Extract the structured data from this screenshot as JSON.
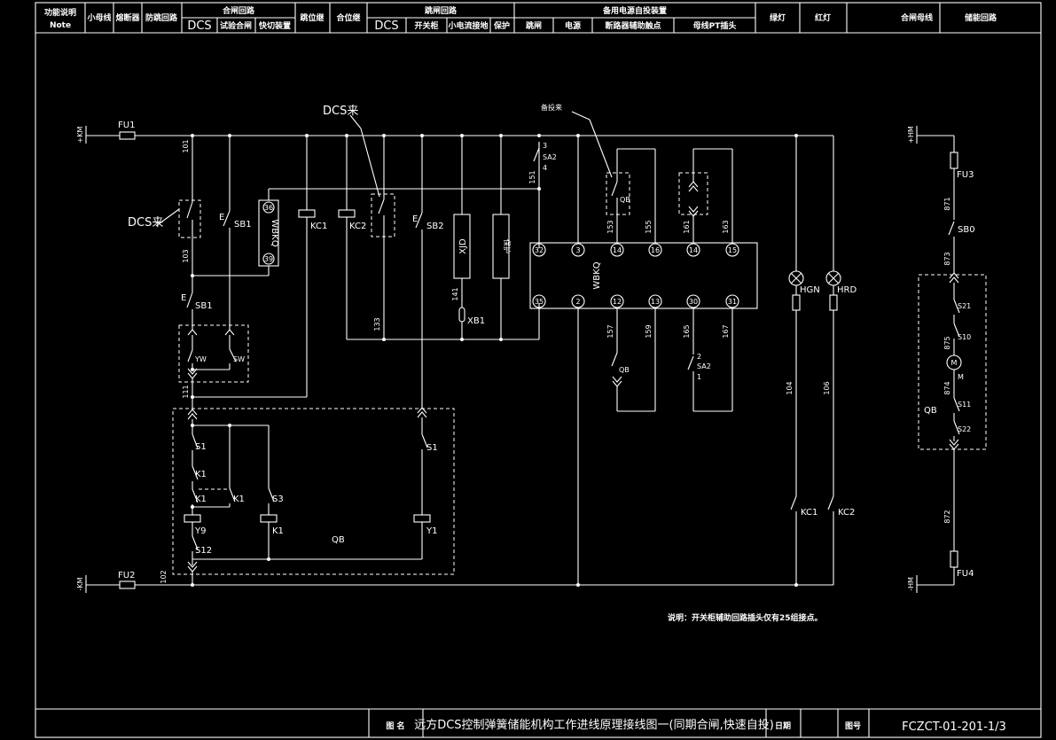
{
  "header": {
    "note_1": "功能说明",
    "note_2": "Note",
    "c_bus": "小母线",
    "c_fuse": "熔断器",
    "c_antijump": "防跳回路",
    "g_close": "合闸回路",
    "c_dcs1": "DCS",
    "c_testclose": "试验合闸",
    "c_fastswitch": "快切装置",
    "c_tripbit": "跳位继",
    "c_closebit": "合位继",
    "g_trip": "跳闸回路",
    "c_dcs2": "DCS",
    "c_switchcab": "开关柜",
    "c_smallcur": "小电流接地",
    "c_protect": "保护",
    "g_backup": "备用电源自投装置",
    "c_tripcirc": "跳闸",
    "c_power": "电源",
    "c_auxcontact": "断路器辅助触点",
    "c_busptplug": "母线PT插头",
    "c_green": "绿灯",
    "c_red": "红灯",
    "c_closebus": "合闸母线",
    "c_energy": "储能回路"
  },
  "labels": {
    "km_plus": "+KM",
    "km_minus": "-KM",
    "hm_plus": "+HM",
    "hm_minus": "-HM",
    "fu1": "FU1",
    "fu2": "FU2",
    "fu3": "FU3",
    "fu4": "FU4",
    "dcs_come_1": "DCS来",
    "dcs_come_2": "DCS来",
    "standby_come": "备投来",
    "sb1_top": "SB1",
    "sb1_low": "SB1",
    "sb2": "SB2",
    "sb0": "SB0",
    "e1": "E",
    "e2": "E",
    "e3": "E",
    "wbkq_small": "WBKQ",
    "pin_36": "36",
    "pin_39": "39",
    "kc1": "KC1",
    "kc2": "KC2",
    "kc1b": "KC1",
    "kc2b": "KC2",
    "xjd": "XJD",
    "protect": "保护",
    "xb1": "XB1",
    "yw": "YW",
    "sw": "SW",
    "sa2": "SA2",
    "sa2b": "SA2",
    "sa2_n3": "3",
    "sa2_n4": "4",
    "sa2b_n1": "1",
    "sa2b_n2": "2",
    "wbkq_big": "WBKQ",
    "p32": "32",
    "p3": "3",
    "p14a": "14",
    "p16a": "16",
    "p14b": "14",
    "p15": "15",
    "p35": "35",
    "p2": "2",
    "p12": "12",
    "p13": "13",
    "p30": "30",
    "p31": "31",
    "qb1": "QB",
    "qb2": "QB",
    "qb3": "QB",
    "qb4": "QB",
    "s1a": "S1",
    "k1a": "K1",
    "k1b": "K1",
    "k1c": "K1",
    "s3": "S3",
    "k1d": "K1",
    "y9": "Y9",
    "s12": "S12",
    "s1b": "S1",
    "y1": "Y1",
    "hgn": "HGN",
    "hrd": "HRD",
    "s21": "S21",
    "s10": "S10",
    "m": "M",
    "s11": "S11",
    "s22": "S22",
    "w101": "101",
    "w103": "103",
    "w111": "111",
    "w102": "102",
    "w133": "133",
    "w141": "141",
    "w151": "151",
    "w153": "153",
    "w155": "155",
    "w161": "161",
    "w163": "163",
    "w157": "157",
    "w159": "159",
    "w165": "165",
    "w167": "167",
    "w104": "104",
    "w106": "106",
    "w871": "871",
    "w873": "873",
    "w875": "875",
    "w874": "874",
    "w872": "872"
  },
  "note": "说明：开关柜辅助回路插头仅有25组接点。",
  "title_block": {
    "name_label": "图 名",
    "title": "远方DCS控制弹簧储能机构工作进线原理接线图一(同期合闸,快速自投)",
    "date_label": "日期",
    "drawing_no_label": "图号",
    "drawing_no": "FCZCT-01-201-1/3"
  }
}
